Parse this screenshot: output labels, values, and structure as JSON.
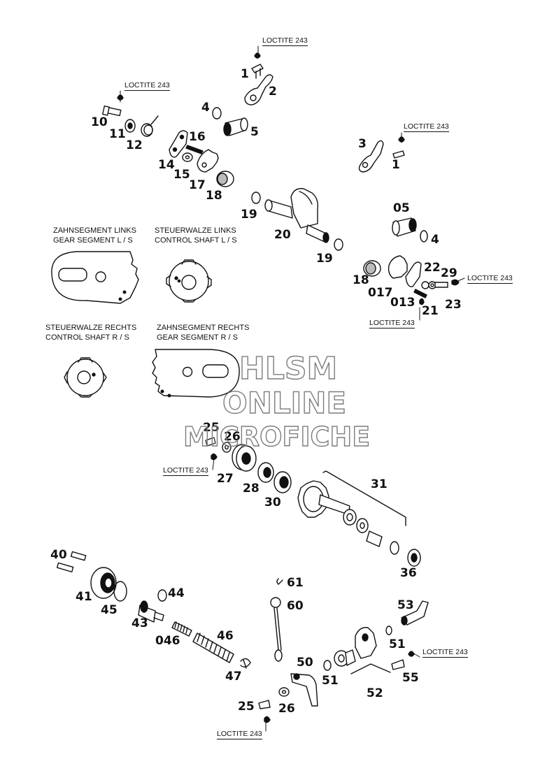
{
  "parts": {
    "p1a": "1",
    "p2": "2",
    "p4a": "4",
    "p5": "5",
    "p10": "10",
    "p11": "11",
    "p12": "12",
    "p14": "14",
    "p15": "15",
    "p16": "16",
    "p17": "17",
    "p18a": "18",
    "p19a": "19",
    "p20": "20",
    "p19b": "19",
    "p3": "3",
    "p1b": "1",
    "p05": "05",
    "p4b": "4",
    "p18b": "18",
    "p017": "017",
    "p013": "013",
    "p22": "22",
    "p29": "29",
    "p23": "23",
    "p21": "21",
    "p25a": "25",
    "p26a": "26",
    "p27": "27",
    "p28": "28",
    "p30": "30",
    "p31": "31",
    "p36": "36",
    "p40": "40",
    "p41": "41",
    "p45": "45",
    "p44": "44",
    "p43": "43",
    "p046": "046",
    "p46": "46",
    "p47": "47",
    "p61": "61",
    "p60": "60",
    "p50": "50",
    "p25b": "25",
    "p26b": "26",
    "p51a": "51",
    "p51b": "51",
    "p52": "52",
    "p53": "53",
    "p55": "55"
  },
  "loctite": {
    "l1": "LOCTITE 243",
    "l2": "LOCTITE 243",
    "l3": "LOCTITE 243",
    "l4": "LOCTITE 243",
    "l5": "LOCTITE 243",
    "l6": "LOCTITE 243",
    "l7": "LOCTITE 243",
    "l8": "LOCTITE 243"
  },
  "captions": {
    "gear_l_de": "ZAHNSEGMENT LINKS",
    "gear_l_en": "GEAR SEGMENT L / S",
    "shaft_l_de": "STEUERWALZE LINKS",
    "shaft_l_en": "CONTROL SHAFT L / S",
    "shaft_r_de": "STEUERWALZE RECHTS",
    "shaft_r_en": "CONTROL SHAFT R / S",
    "gear_r_de": "ZAHNSEGMENT RECHTS",
    "gear_r_en": "GEAR SEGMENT R / S"
  },
  "watermark": {
    "line1": "HLSM",
    "line2": "ONLINE",
    "line3": "MICROFICHE"
  }
}
